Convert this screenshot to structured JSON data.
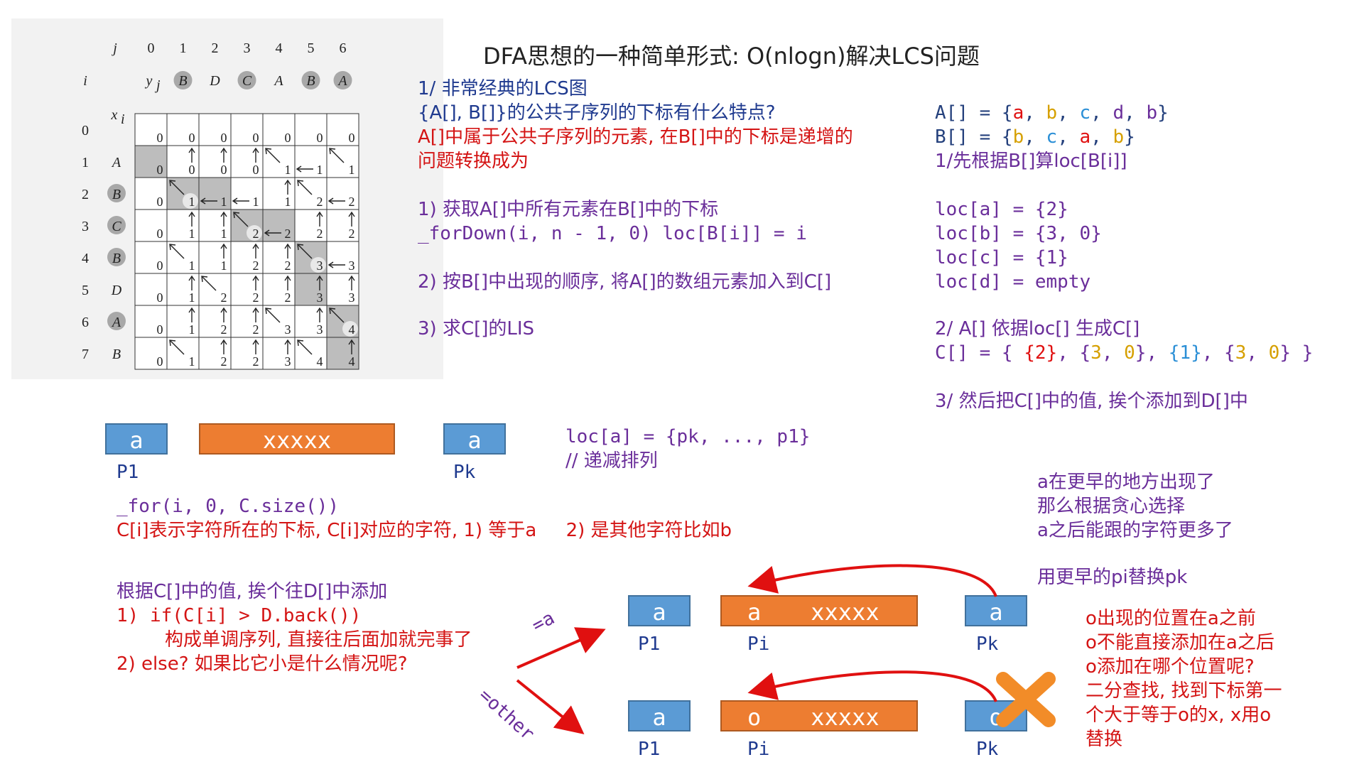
{
  "title": "DFA思想的一种简单形式: O(nlogn)解决LCS问题",
  "lcs_table": {
    "j_label": "j",
    "i_label": "i",
    "yj_label": "y",
    "yj_sub": "j",
    "xi_label": "x",
    "xi_sub": "i",
    "j_indices": [
      "0",
      "1",
      "2",
      "3",
      "4",
      "5",
      "6"
    ],
    "i_indices": [
      "0",
      "1",
      "2",
      "3",
      "4",
      "5",
      "6",
      "7"
    ],
    "y_chars": [
      "B",
      "D",
      "C",
      "A",
      "B",
      "A"
    ],
    "y_circled": [
      true,
      false,
      true,
      false,
      true,
      true
    ],
    "x_chars": [
      "A",
      "B",
      "C",
      "B",
      "D",
      "A",
      "B"
    ],
    "x_circled": [
      false,
      true,
      true,
      true,
      false,
      true,
      false
    ],
    "cells": [
      [
        {
          "v": "0",
          "a": ""
        },
        {
          "v": "0",
          "a": ""
        },
        {
          "v": "0",
          "a": ""
        },
        {
          "v": "0",
          "a": ""
        },
        {
          "v": "0",
          "a": ""
        },
        {
          "v": "0",
          "a": ""
        },
        {
          "v": "0",
          "a": ""
        }
      ],
      [
        {
          "v": "0",
          "a": "",
          "s": true
        },
        {
          "v": "0",
          "a": "up"
        },
        {
          "v": "0",
          "a": "up"
        },
        {
          "v": "0",
          "a": "up"
        },
        {
          "v": "1",
          "a": "diag"
        },
        {
          "v": "1",
          "a": "left"
        },
        {
          "v": "1",
          "a": "diag"
        }
      ],
      [
        {
          "v": "0",
          "a": ""
        },
        {
          "v": "1",
          "a": "diag",
          "s": true
        },
        {
          "v": "1",
          "a": "left",
          "s": true
        },
        {
          "v": "1",
          "a": "left"
        },
        {
          "v": "1",
          "a": "up"
        },
        {
          "v": "2",
          "a": "diag"
        },
        {
          "v": "2",
          "a": "left"
        }
      ],
      [
        {
          "v": "0",
          "a": ""
        },
        {
          "v": "1",
          "a": "up"
        },
        {
          "v": "1",
          "a": "up"
        },
        {
          "v": "2",
          "a": "diag",
          "s": true
        },
        {
          "v": "2",
          "a": "left",
          "s": true
        },
        {
          "v": "2",
          "a": "up"
        },
        {
          "v": "2",
          "a": "up"
        }
      ],
      [
        {
          "v": "0",
          "a": ""
        },
        {
          "v": "1",
          "a": "diag"
        },
        {
          "v": "1",
          "a": "up"
        },
        {
          "v": "2",
          "a": "up"
        },
        {
          "v": "2",
          "a": "up"
        },
        {
          "v": "3",
          "a": "diag",
          "s": true
        },
        {
          "v": "3",
          "a": "left"
        }
      ],
      [
        {
          "v": "0",
          "a": ""
        },
        {
          "v": "1",
          "a": "up"
        },
        {
          "v": "2",
          "a": "diag"
        },
        {
          "v": "2",
          "a": "up"
        },
        {
          "v": "2",
          "a": "up"
        },
        {
          "v": "3",
          "a": "up",
          "s": true
        },
        {
          "v": "3",
          "a": "up"
        }
      ],
      [
        {
          "v": "0",
          "a": ""
        },
        {
          "v": "1",
          "a": "up"
        },
        {
          "v": "2",
          "a": "up"
        },
        {
          "v": "2",
          "a": "up"
        },
        {
          "v": "3",
          "a": "diag"
        },
        {
          "v": "3",
          "a": "up"
        },
        {
          "v": "4",
          "a": "diag",
          "s": true
        }
      ],
      [
        {
          "v": "0",
          "a": ""
        },
        {
          "v": "1",
          "a": "diag"
        },
        {
          "v": "2",
          "a": "up"
        },
        {
          "v": "2",
          "a": "up"
        },
        {
          "v": "3",
          "a": "up"
        },
        {
          "v": "4",
          "a": "diag"
        },
        {
          "v": "4",
          "a": "up",
          "s": true
        }
      ]
    ]
  },
  "left_notes": {
    "line1": "1/ 非常经典的LCS图",
    "line2": "{A[], B[]}的公共子序列的下标有什么特点?",
    "line3": "A[]中属于公共子序列的元素, 在B[]中的下标是递增的",
    "line4": "问题转换成为",
    "step1a": "1) 获取A[]中所有元素在B[]中的下标",
    "step1b": "_forDown(i, n - 1, 0) loc[B[i]] = i",
    "step2": "2) 按B[]中出现的顺序, 将A[]的数组元素加入到C[]",
    "step3": "3) 求C[]的LIS"
  },
  "right_notes": {
    "a_prefix": "A[] = {",
    "a_items": [
      "a",
      "b",
      "c",
      "d",
      "b"
    ],
    "a_colors": [
      "#e01010",
      "#d6a000",
      "#2b8fd6",
      "#6a2e9a",
      "#6a2e9a"
    ],
    "b_prefix": "B[] = {",
    "b_items": [
      "b",
      "c",
      "a",
      "b"
    ],
    "b_colors": [
      "#d6a000",
      "#2b8fd6",
      "#e01010",
      "#d6a000"
    ],
    "close": "}",
    "sep": ", ",
    "loc_title": "1/先根据B[]算loc[B[i]]",
    "loc_a": "loc[a] = {2}",
    "loc_b": "loc[b] = {3, 0}",
    "loc_c": "loc[c] = {1}",
    "loc_d": "loc[d] = empty",
    "step2_title": "2/ A[] 依据loc[] 生成C[]",
    "c_prefix": "C[] = { ",
    "c_suffix": " }",
    "step3_title": "3/ 然后把C[]中的值, 挨个添加到D[]中"
  },
  "c_array": {
    "g1": "{2}",
    "g1_color": "#e01010",
    "g2_open": "{",
    "g2_a": "3",
    "g2_b": "0",
    "g2_close": "}",
    "g3": "{1}",
    "g3_color": "#2b8fd6",
    "g4_open": "{",
    "g4_a": "3",
    "g4_b": "0",
    "g4_close": "}",
    "gold": "#d6a000",
    "purple": "#6a2e9a"
  },
  "middle": {
    "box_a1": "a",
    "box_x": "xxxxx",
    "box_a2": "a",
    "p1": "P1",
    "pk": "Pk",
    "loc_line": "loc[a] = {pk, ..., p1}",
    "loc_comment": "// 递减排列",
    "for_line": "_for(i, 0, C.size())",
    "ci_line": "C[i]表示字符所在的下标, C[i]对应的字符, 1) 等于a     2) 是其他字符比如b"
  },
  "greedy": {
    "l1": "a在更早的地方出现了",
    "l2": "那么根据贪心选择",
    "l3": "a之后能跟的字符更多了",
    "l4": "用更早的pi替换pk"
  },
  "bottom_left": {
    "l1": "根据C[]中的值, 挨个往D[]中添加",
    "l2": "1) if(C[i] > D.back())",
    "l3": "构成单调序列, 直接往后面加就完事了",
    "l4": "2) else? 如果比它小是什么情况呢?",
    "eq_a": "=a",
    "eq_other": "=other"
  },
  "diagram_top": {
    "b1": "a",
    "b2": "a",
    "b2x": "xxxxx",
    "b3": "a",
    "p1": "P1",
    "pi": "Pi",
    "pk": "Pk"
  },
  "diagram_bottom": {
    "b1": "a",
    "b2": "o",
    "b2x": "xxxxx",
    "b3": "o",
    "p1": "P1",
    "pi": "Pi",
    "pk": "Pk"
  },
  "o_notes": {
    "l1": "o出现的位置在a之前",
    "l2": "o不能直接添加在a之后",
    "l3": "o添加在哪个位置呢?",
    "l4": "二分查找, 找到下标第一",
    "l5": "个大于等于o的x, x用o",
    "l6": "替换"
  },
  "colors": {
    "blue_box": "#5b9bd5",
    "orange_box": "#ed7d31",
    "red_arrow": "#e01010",
    "cross": "#f28c28"
  }
}
